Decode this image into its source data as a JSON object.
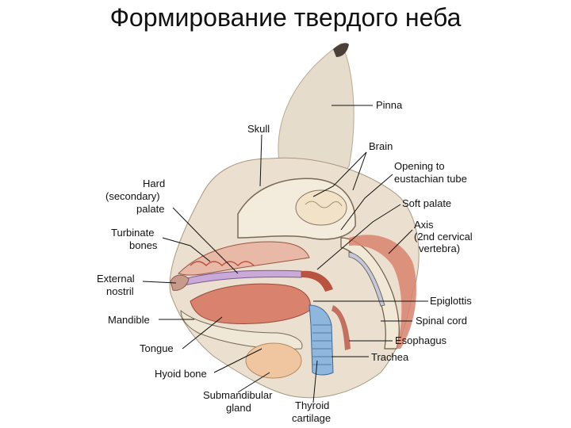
{
  "slide": {
    "title": "Формирование твердого неба"
  },
  "labels": {
    "pinna": "Pinna",
    "skull": "Skull",
    "brain": "Brain",
    "opening_l1": "Opening to",
    "opening_l2": "eustachian tube",
    "soft_palate": "Soft palate",
    "axis_l1": "Axis",
    "axis_l2": "(2nd cervical",
    "axis_l3": "vertebra)",
    "hard_l1": "Hard",
    "hard_l2": "(secondary)",
    "hard_l3": "palate",
    "turbinate_l1": "Turbinate",
    "turbinate_l2": "bones",
    "external_l1": "External",
    "external_l2": "nostril",
    "mandible": "Mandible",
    "tongue": "Tongue",
    "hyoid": "Hyoid bone",
    "submand_l1": "Submandibular",
    "submand_l2": "gland",
    "thyroid_l1": "Thyroid",
    "thyroid_l2": "cartilage",
    "epiglottis": "Epiglottis",
    "spinal_cord": "Spinal cord",
    "esophagus": "Esophagus",
    "trachea": "Trachea"
  },
  "colors": {
    "fur": "#d9c9b4",
    "muscle": "#d9826e",
    "muscle_dark": "#b7533f",
    "bone": "#efe8d6",
    "brain": "#f2e3c8",
    "trachea": "#8fb6dc",
    "gland": "#f0c6a0"
  }
}
